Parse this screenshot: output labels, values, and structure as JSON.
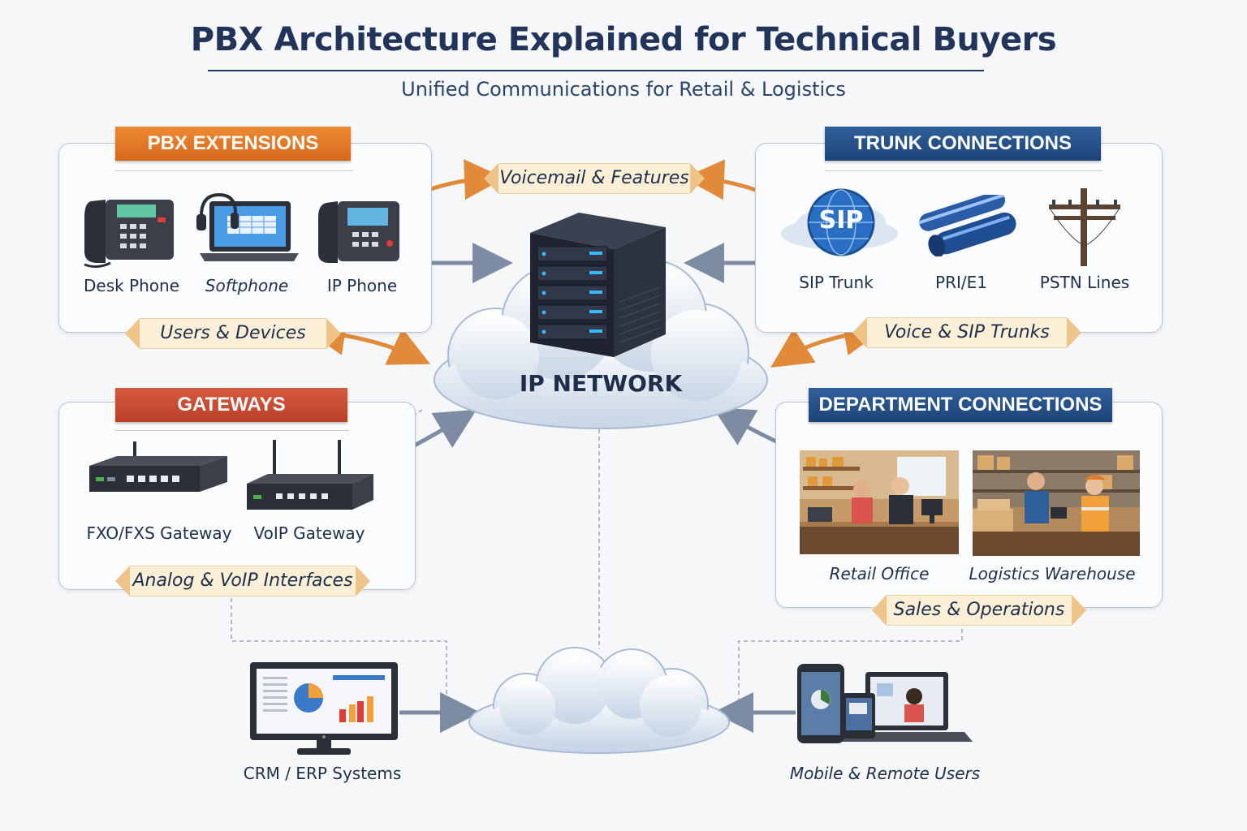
{
  "title": "PBX Architecture Explained for Technical Buyers",
  "subtitle": "Unified Communications for Retail & Logistics",
  "center": {
    "label": "IP NETWORK",
    "features_ribbon": "Voicemail & Features"
  },
  "extensions": {
    "banner": "PBX EXTENSIONS",
    "items": [
      "Desk Phone",
      "Softphone",
      "IP Phone"
    ],
    "ribbon": "Users & Devices"
  },
  "trunks": {
    "banner": "TRUNK CONNECTIONS",
    "sip_badge": "SIP",
    "items": [
      "SIP Trunk",
      "PRI/E1",
      "PSTN Lines"
    ],
    "ribbon": "Voice & SIP Trunks"
  },
  "gateways": {
    "banner": "GATEWAYS",
    "items": [
      "FXO/FXS Gateway",
      "VoIP Gateway"
    ],
    "ribbon": "Analog & VoIP Interfaces"
  },
  "departments": {
    "banner": "DEPARTMENT CONNECTIONS",
    "items": [
      "Retail Office",
      "Logistics Warehouse"
    ],
    "ribbon": "Sales & Operations"
  },
  "bottom": {
    "left": "CRM / ERP Systems",
    "right": "Mobile & Remote Users"
  },
  "colors": {
    "navy": "#22345a",
    "orange": "#e07a28",
    "blue": "#2a5690",
    "red": "#c84a32",
    "arrow_gray": "#7d8ca3",
    "ribbon": "#fbefd8"
  }
}
